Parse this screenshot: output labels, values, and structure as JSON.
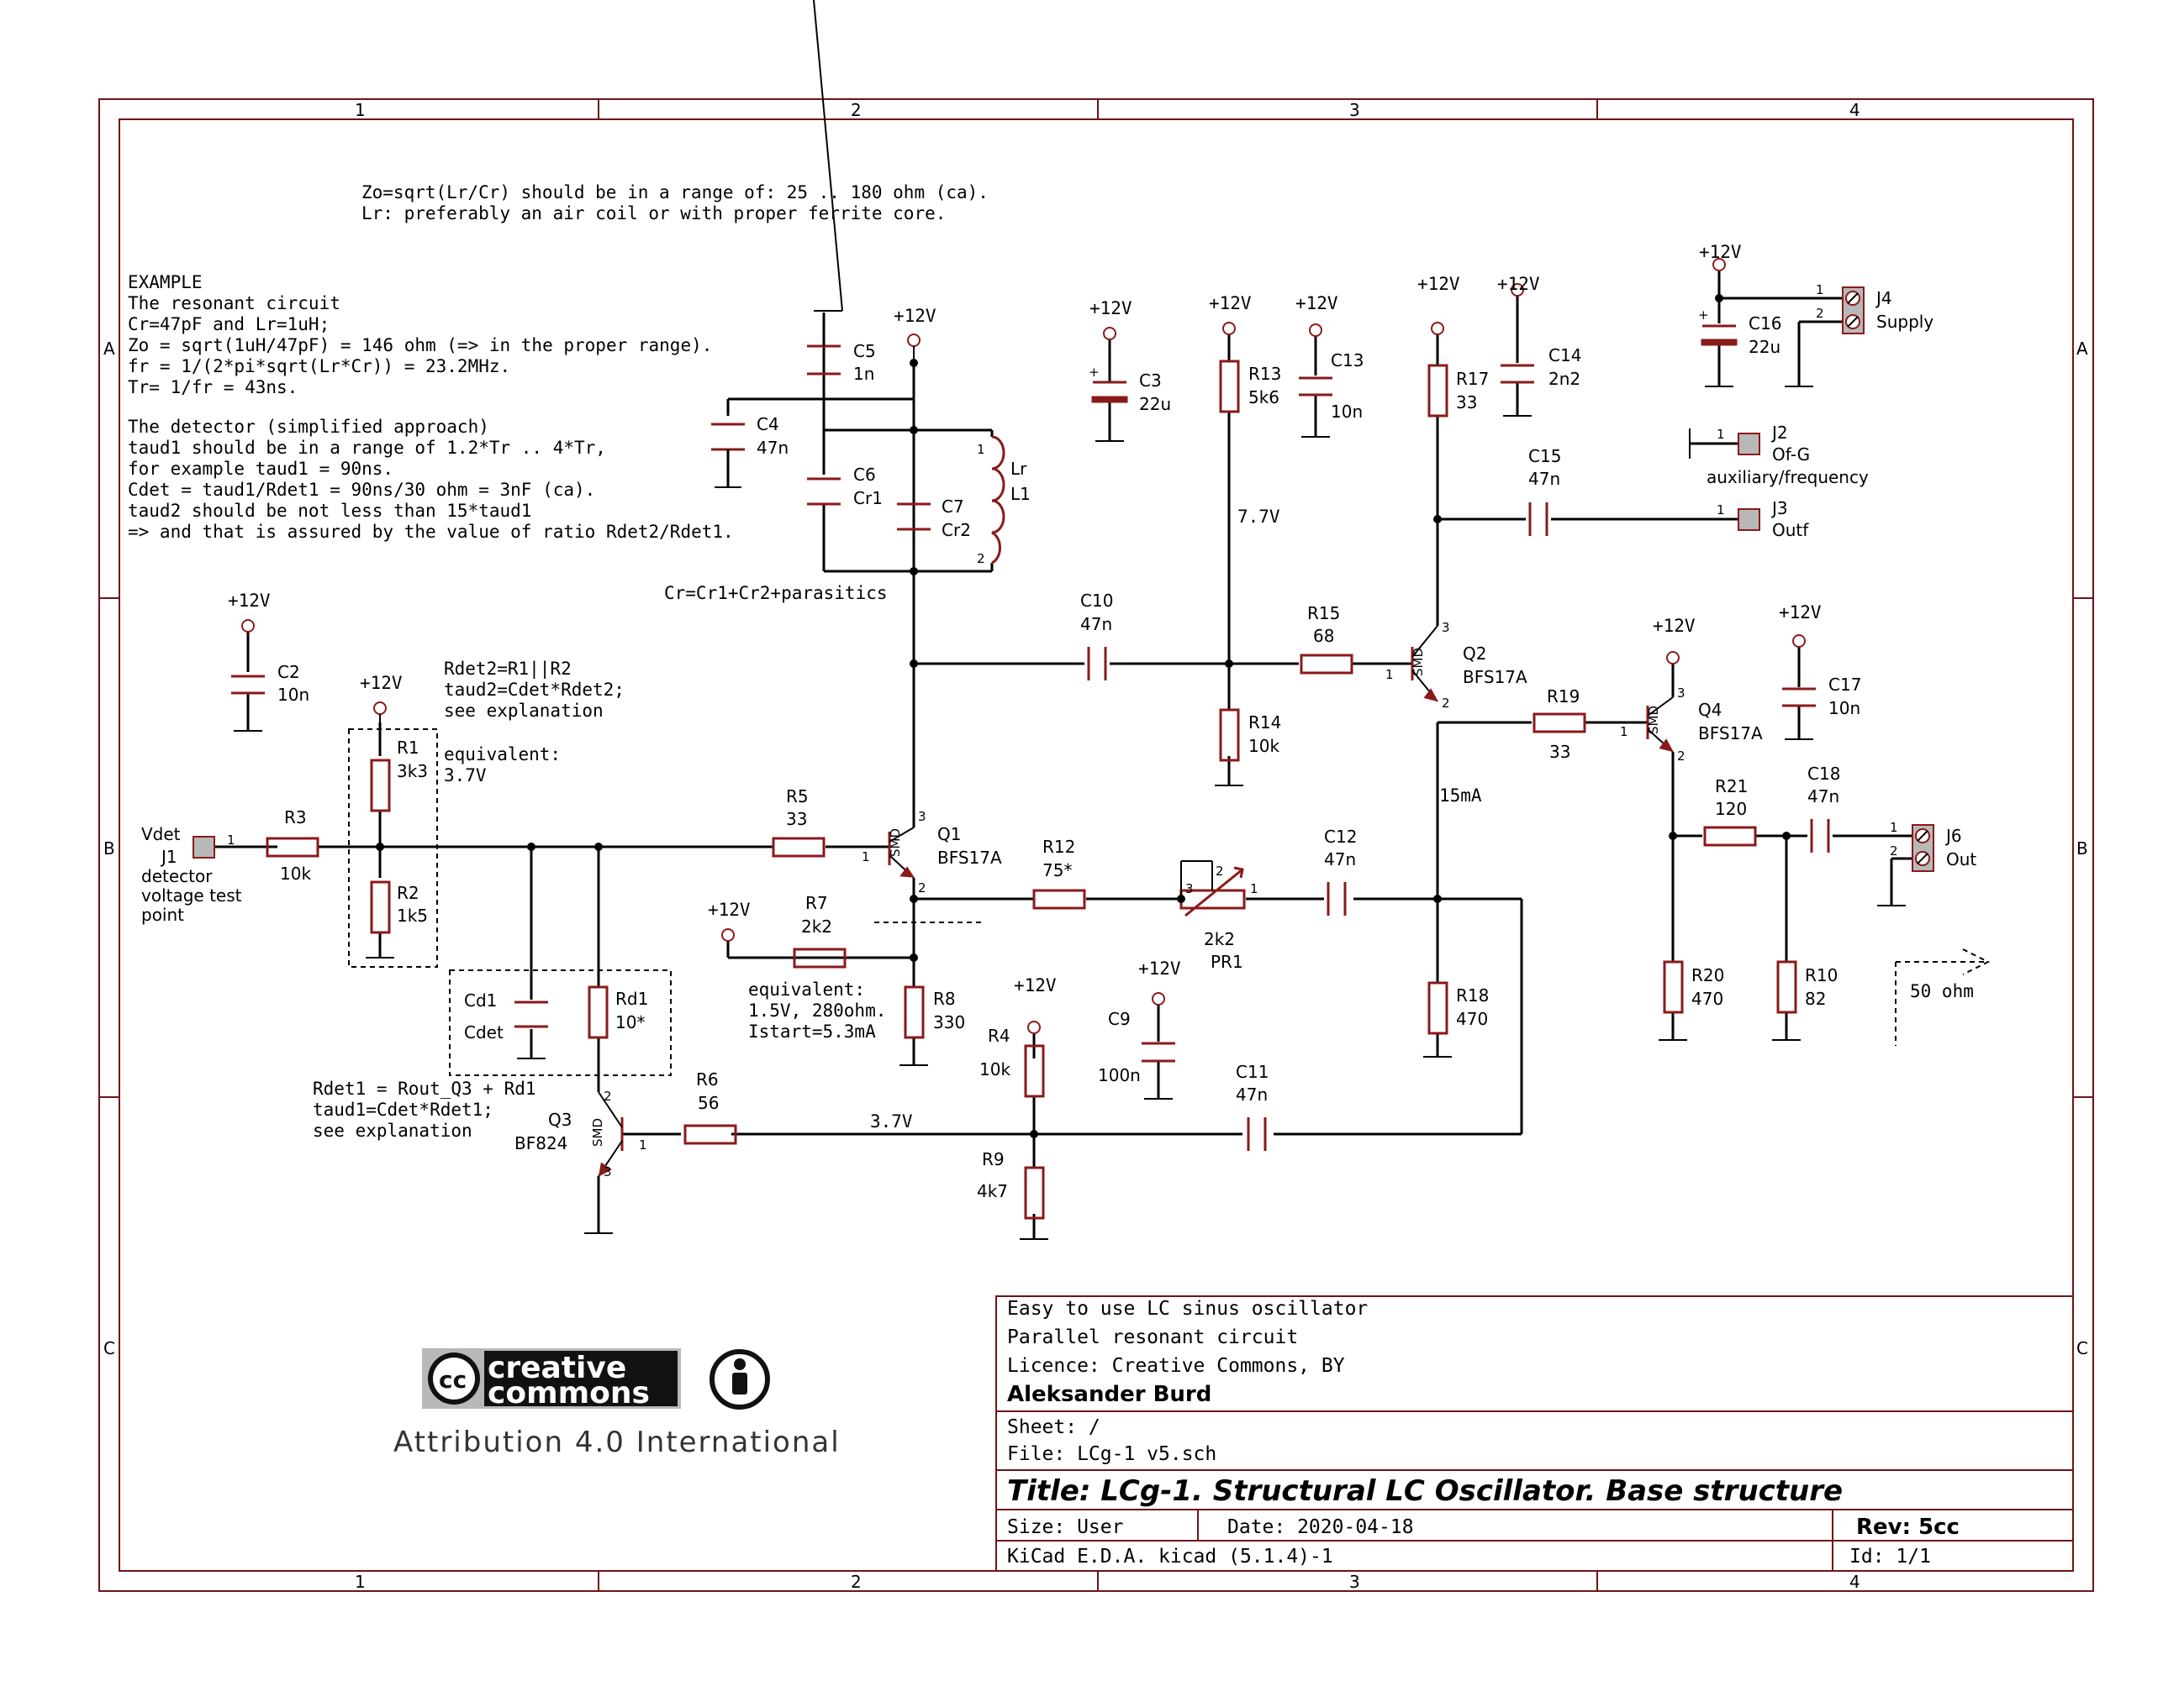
{
  "frame": {
    "columns": [
      "1",
      "2",
      "3",
      "4"
    ],
    "rows": [
      "A",
      "B",
      "C"
    ]
  },
  "notes": {
    "zo": [
      "Zo=sqrt(Lr/Cr) should be in a range of: 25 .. 180 ohm (ca).",
      "Lr: preferably an air coil or with proper ferrite core."
    ],
    "example": [
      "EXAMPLE",
      "The resonant circuit",
      "Cr=47pF  and Lr=1uH;",
      "Zo = sqrt(1uH/47pF) = 146 ohm (=> in the proper range).",
      "fr = 1/(2*pi*sqrt(Lr*Cr)) = 23.2MHz.",
      "Tr= 1/fr = 43ns.",
      "",
      "The detector (simplified approach)",
      "taud1 should be in a range of 1.2*Tr  .. 4*Tr,",
      "for example taud1 = 90ns.",
      "Cdet = taud1/Rdet1 = 90ns/30 ohm = 3nF (ca).",
      "taud2 should be not less than 15*taud1",
      "=> and that is assured by the value of ratio Rdet2/Rdet1."
    ],
    "cr": "Cr=Cr1+Cr2+parasitics",
    "rdet2": [
      "Rdet2=R1||R2",
      "taud2=Cdet*Rdet2;",
      "see explanation"
    ],
    "equiv1": [
      "equivalent:",
      "3.7V"
    ],
    "rdet1": [
      "Rdet1 = Rout_Q3 + Rd1",
      "taud1=Cdet*Rdet1;",
      "see explanation"
    ],
    "equiv2": [
      "equivalent:",
      "1.5V, 280ohm.",
      "Istart=5.3mA"
    ],
    "ohm50": "50 ohm"
  },
  "power": {
    "label": "+12V"
  },
  "nets": {
    "v77": "7.7V",
    "i15": "15mA",
    "v37": "3.7V"
  },
  "parts": {
    "R1": [
      "R1",
      "3k3"
    ],
    "R2": [
      "R2",
      "1k5"
    ],
    "R3": [
      "R3",
      "10k"
    ],
    "R4": [
      "R4",
      "10k"
    ],
    "R5": [
      "R5",
      "33"
    ],
    "R6": [
      "R6",
      "56"
    ],
    "R7": [
      "R7",
      "2k2"
    ],
    "R8": [
      "R8",
      "330"
    ],
    "R9": [
      "R9",
      "4k7"
    ],
    "R10": [
      "R10",
      "82"
    ],
    "R12": [
      "R12",
      "75*"
    ],
    "R13": [
      "R13",
      "5k6"
    ],
    "R14": [
      "R14",
      "10k"
    ],
    "R15": [
      "R15",
      "68"
    ],
    "R17": [
      "R17",
      "33"
    ],
    "R18": [
      "R18",
      "470"
    ],
    "R19": [
      "R19",
      "33"
    ],
    "R20": [
      "R20",
      "470"
    ],
    "R21": [
      "R21",
      "120"
    ],
    "Rd1": [
      "Rd1",
      "10*"
    ],
    "C2": [
      "C2",
      "10n"
    ],
    "C3": [
      "C3",
      "22u"
    ],
    "C4": [
      "C4",
      "47n"
    ],
    "C5": [
      "C5",
      "1n"
    ],
    "C6": [
      "C6",
      "Cr1"
    ],
    "C7": [
      "C7",
      "Cr2"
    ],
    "C9": [
      "C9",
      "100n"
    ],
    "C10": [
      "C10",
      "47n"
    ],
    "C11": [
      "C11",
      "47n"
    ],
    "C12": [
      "C12",
      "47n"
    ],
    "C13": [
      "C13",
      "10n"
    ],
    "C14": [
      "C14",
      "2n2"
    ],
    "C15": [
      "C15",
      "47n"
    ],
    "C16": [
      "C16",
      "22u"
    ],
    "C17": [
      "C17",
      "10n"
    ],
    "C18": [
      "C18",
      "47n"
    ],
    "Cd1": [
      "Cd1",
      "Cdet"
    ],
    "L1": [
      "Lr",
      "L1"
    ],
    "PR1": [
      "2k2",
      "PR1"
    ],
    "Q1": [
      "Q1",
      "BFS17A"
    ],
    "Q2": [
      "Q2",
      "BFS17A"
    ],
    "Q3": [
      "Q3",
      "BF824"
    ],
    "Q4": [
      "Q4",
      "BFS17A"
    ],
    "J1": [
      "Vdet",
      "J1",
      "detector",
      "voltage test",
      "point"
    ],
    "J2": [
      "J2",
      "Of-G",
      "auxiliary/frequency"
    ],
    "J3": [
      "J3",
      "Outf"
    ],
    "J4": [
      "J4",
      "Supply"
    ],
    "J6": [
      "J6",
      "Out"
    ]
  },
  "pins": {
    "p1": "1",
    "p2": "2",
    "p3": "3",
    "smd": "SMD",
    "plus": "+"
  },
  "title_block": {
    "comments": [
      "Easy to use LC sinus oscillator",
      "Parallel resonant circuit",
      "Licence: Creative Commons, BY"
    ],
    "company": "Aleksander Burd",
    "sheet": "Sheet: /",
    "file": "File: LCg-1 v5.sch",
    "title": "Title: LCg-1. Structural LC Oscillator. Base structure",
    "size": "Size: User",
    "date": "Date: 2020-04-18",
    "rev": "Rev: 5cc",
    "tool": "KiCad E.D.A.  kicad (5.1.4)-1",
    "id": "Id: 1/1"
  },
  "license": {
    "logo_top": "creative",
    "logo_bottom": "commons",
    "logo_mark": "cc",
    "caption": "Attribution 4.0 International"
  }
}
